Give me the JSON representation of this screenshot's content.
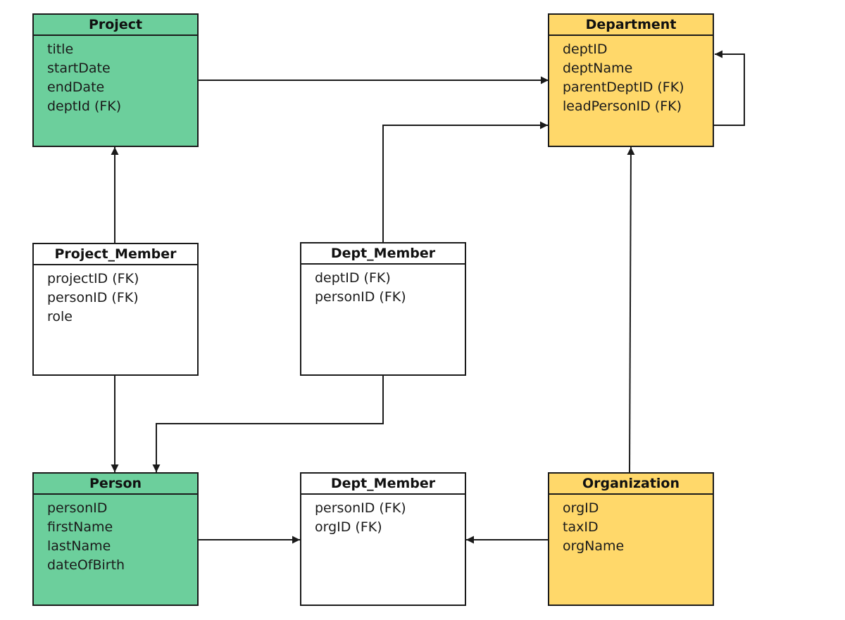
{
  "colors": {
    "green_fill": "#6ccf9c",
    "yellow_fill": "#ffd86a",
    "white_fill": "#ffffff",
    "line": "#1a1a1a"
  },
  "entities": {
    "project": {
      "title": "Project",
      "fill": "green_fill",
      "fields": [
        "title",
        "startDate",
        "endDate",
        "deptId (FK)"
      ]
    },
    "department": {
      "title": "Department",
      "fill": "yellow_fill",
      "fields": [
        "deptID",
        "deptName",
        "parentDeptID (FK)",
        "leadPersonID (FK)"
      ]
    },
    "project_member": {
      "title": "Project_Member",
      "fill": "white_fill",
      "fields": [
        "projectID (FK)",
        "personID (FK)",
        "role"
      ]
    },
    "dept_member": {
      "title": "Dept_Member",
      "fill": "white_fill",
      "fields": [
        "deptID (FK)",
        "personID (FK)"
      ]
    },
    "person": {
      "title": "Person",
      "fill": "green_fill",
      "fields": [
        "personID",
        "firstName",
        "lastName",
        "dateOfBirth"
      ]
    },
    "dept_member_org": {
      "title": "Dept_Member",
      "fill": "white_fill",
      "fields": [
        "personID (FK)",
        "orgID (FK)"
      ]
    },
    "organization": {
      "title": "Organization",
      "fill": "yellow_fill",
      "fields": [
        "orgID",
        "taxID",
        "orgName"
      ]
    }
  },
  "relationships": [
    {
      "from": "project",
      "to": "department"
    },
    {
      "from": "department",
      "to": "department"
    },
    {
      "from": "project_member",
      "to": "project"
    },
    {
      "from": "dept_member",
      "to": "department"
    },
    {
      "from": "project_member",
      "to": "person"
    },
    {
      "from": "dept_member",
      "to": "person"
    },
    {
      "from": "person",
      "to": "dept_member_org"
    },
    {
      "from": "organization",
      "to": "dept_member_org"
    },
    {
      "from": "organization",
      "to": "department"
    }
  ]
}
